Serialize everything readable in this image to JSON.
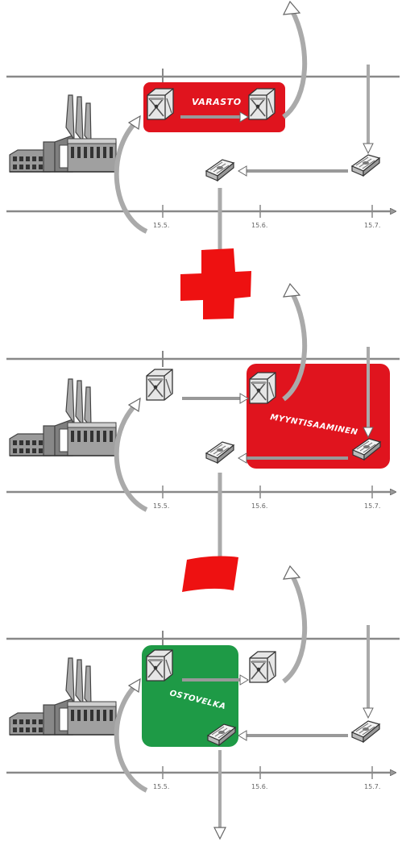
{
  "panels": [
    {
      "label": "VARASTO",
      "highlight_color": "#e0141e",
      "dates": [
        "15.5.",
        "15.6.",
        "15.7."
      ]
    },
    {
      "label": "MYYNTISAAMINEN",
      "highlight_color": "#e0141e",
      "dates": [
        "15.5.",
        "15.6.",
        "15.7."
      ]
    },
    {
      "label": "OSTOVELKA",
      "highlight_color": "#1e9a46",
      "dates": [
        "15.5.",
        "15.6.",
        "15.7."
      ]
    }
  ],
  "operators": [
    {
      "symbol": "plus",
      "color": "#ee1111"
    },
    {
      "symbol": "minus",
      "color": "#ee1111"
    }
  ],
  "icons": [
    "factory-icon",
    "crate-icon",
    "money-icon",
    "arrow-icon"
  ]
}
